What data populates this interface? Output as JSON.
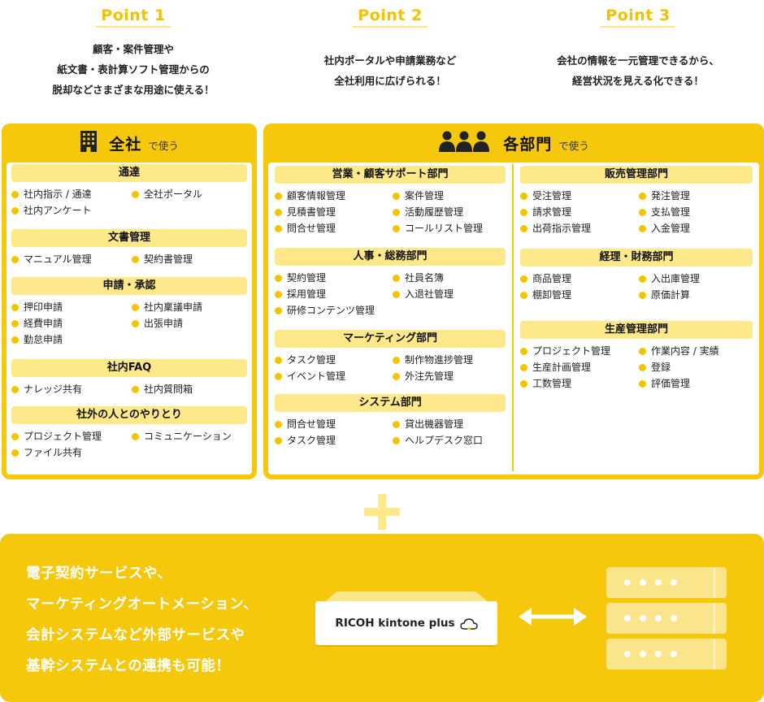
{
  "points": [
    {
      "title": "Point 1",
      "desc": "顧客・案件管理や\n紙文書・表計算ソフト管理からの\n脱却などさまざまな用途に使える！"
    },
    {
      "title": "Point 2",
      "desc": "社内ポータルや申請業務など\n全社利用に広げられる！"
    },
    {
      "title": "Point 3",
      "desc": "会社の情報を一元管理できるから、\n経営状況を見える化できる！"
    }
  ],
  "company": {
    "icon": "building-icon",
    "title": "全社",
    "sub": "で使う",
    "sections": [
      {
        "name": "通達",
        "items": [
          "社内指示 / 通達",
          "全社ポータル",
          "社内アンケート"
        ]
      },
      {
        "name": "文書管理",
        "items": [
          "マニュアル管理",
          "契約書管理"
        ]
      },
      {
        "name": "申請・承認",
        "items": [
          "押印申請",
          "社内稟議申請",
          "経費申請",
          "出張申請",
          "勤怠申請"
        ]
      },
      {
        "name": "社内FAQ",
        "items": [
          "ナレッジ共有",
          "社内質問箱"
        ]
      },
      {
        "name": "社外の人とのやりとり",
        "items": [
          "プロジェクト管理",
          "コミュニケーション",
          "ファイル共有"
        ]
      }
    ]
  },
  "departments": {
    "icon": "people-group-icon",
    "title": "各部門",
    "sub": "で使う",
    "left": [
      {
        "name": "営業・顧客サポート部門",
        "items": [
          "顧客情報管理",
          "案件管理",
          "見積書管理",
          "活動履歴管理",
          "問合せ管理",
          "コールリスト管理"
        ]
      },
      {
        "name": "人事・総務部門",
        "items": [
          "契約管理",
          "社員名簿",
          "採用管理",
          "入退社管理",
          "研修コンテンツ管理"
        ]
      },
      {
        "name": "マーケティング部門",
        "items": [
          "タスク管理",
          "制作物進捗管理",
          "イベント管理",
          "外注先管理"
        ]
      },
      {
        "name": "システム部門",
        "items": [
          "問合せ管理",
          "貸出機器管理",
          "タスク管理",
          "ヘルプデスク窓口"
        ]
      }
    ],
    "right": [
      {
        "name": "販売管理部門",
        "items": [
          "受注管理",
          "発注管理",
          "請求管理",
          "支払管理",
          "出荷指示管理",
          "入金管理"
        ]
      },
      {
        "name": "経理・財務部門",
        "items": [
          "商品管理",
          "入出庫管理",
          "棚卸管理",
          "原価計算"
        ]
      },
      {
        "name": "生産管理部門",
        "items": [
          "プロジェクト管理",
          "作業内容 / 実績",
          "生産計画管理",
          "登録",
          "工数管理",
          "評価管理"
        ]
      }
    ]
  },
  "bottom": {
    "text": "電子契約サービスや、\nマーケティングオートメーション、\n会計システムなど外部サービスや\n基幹システムとの連携も可能！",
    "device_label": "RICOH kintone plus"
  },
  "colors": {
    "accent": "#f6c80b",
    "light": "#fde98a",
    "point_title": "#f2c200"
  }
}
